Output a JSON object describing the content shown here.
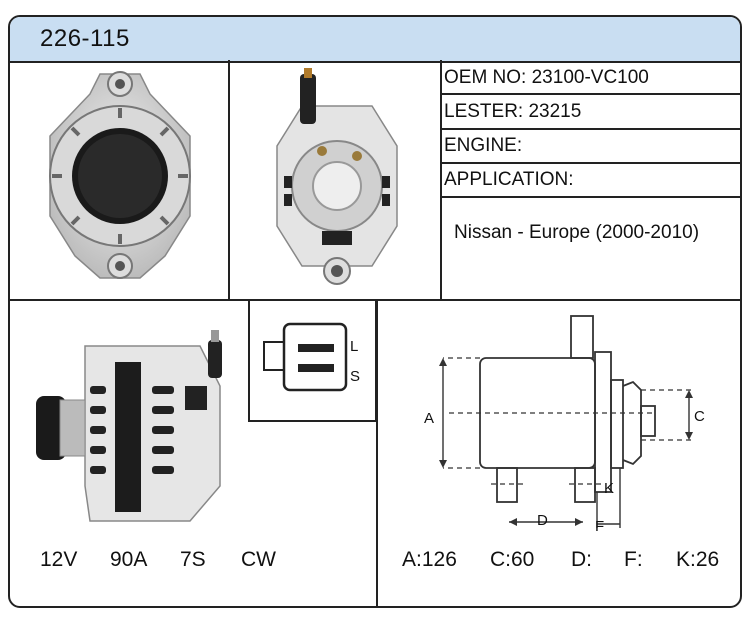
{
  "header": {
    "part_number": "226-115"
  },
  "info": {
    "oem": "OEM NO: 23100-VC100",
    "lester": "LESTER: 23215",
    "engine": "ENGINE:",
    "application_label": "APPLICATION:",
    "application_value": "Nissan - Europe (2000-2010)"
  },
  "connector": {
    "terminal_1": "L",
    "terminal_2": "S"
  },
  "specs": {
    "voltage": "12V",
    "amperage": "90A",
    "grooves": "7S",
    "rotation": "CW"
  },
  "dimensions": {
    "A": "A:126",
    "C": "C:60",
    "D": "D:",
    "F": "F:",
    "K": "K:26",
    "label_A": "A",
    "label_C": "C",
    "label_D": "D",
    "label_F": "F",
    "label_K": "K"
  }
}
